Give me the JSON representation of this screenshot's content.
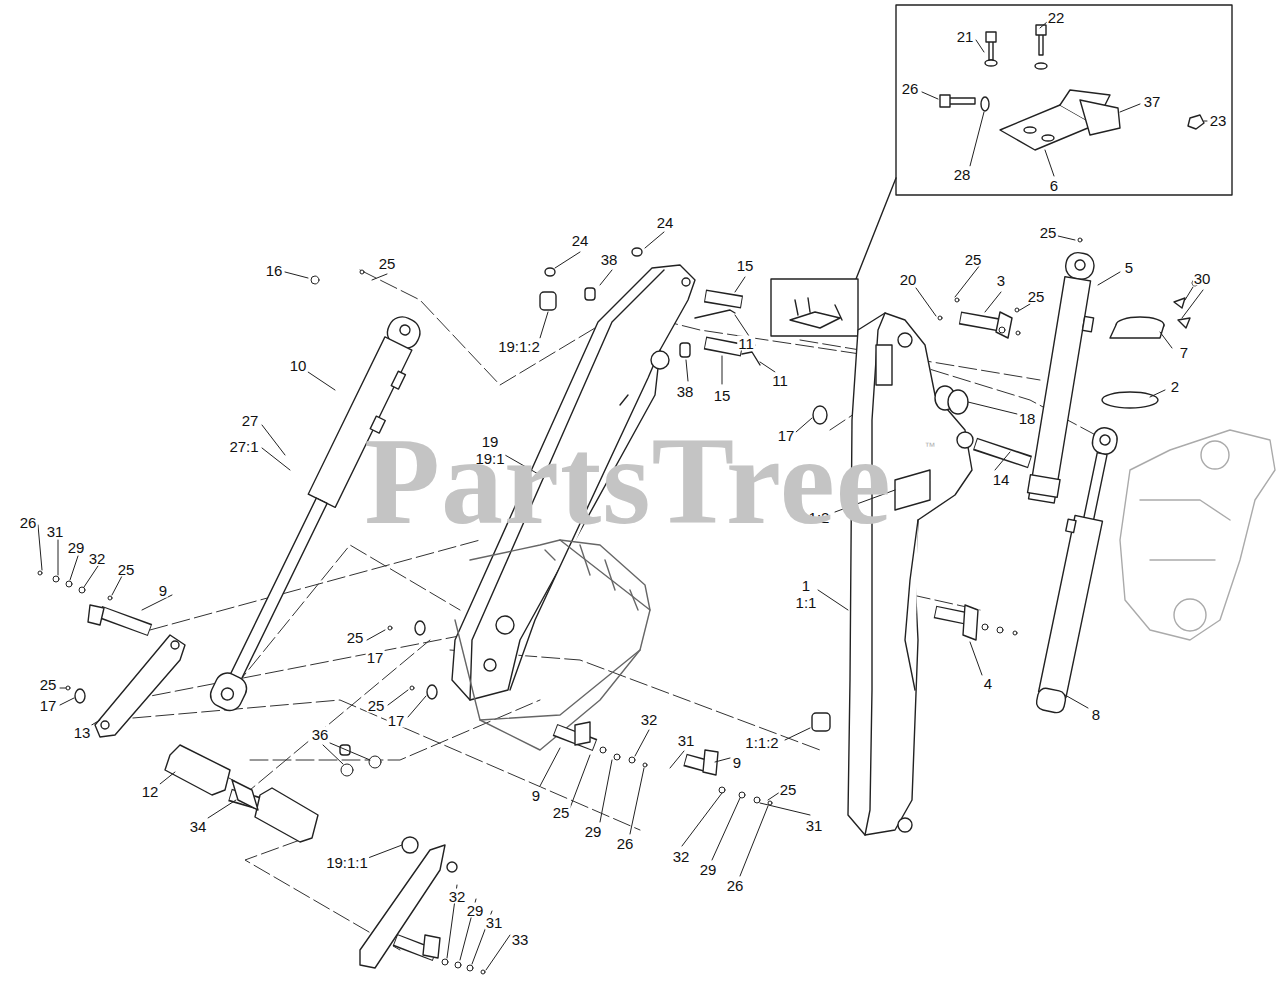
{
  "diagram": {
    "labels": [
      "21",
      "22",
      "26",
      "37",
      "23",
      "28",
      "6",
      "25",
      "5",
      "30",
      "24",
      "24",
      "38",
      "15",
      "16",
      "25",
      "20",
      "25",
      "3",
      "25",
      "7",
      "2",
      "19:1:2",
      "11",
      "11",
      "10",
      "38",
      "15",
      "18",
      "17",
      "27",
      "27:1",
      "19",
      "19:1",
      "14",
      "1:2",
      "1",
      "1:1",
      "26",
      "31",
      "29",
      "32",
      "25",
      "9",
      "25",
      "17",
      "25",
      "17",
      "25",
      "17",
      "4",
      "8",
      "1:1:2",
      "13",
      "36",
      "32",
      "31",
      "9",
      "25",
      "12",
      "9",
      "25",
      "29",
      "26",
      "32",
      "34",
      "31",
      "29",
      "26",
      "19:1:1",
      "32",
      "29",
      "31",
      "33",
      "PartsTree",
      "™"
    ]
  }
}
